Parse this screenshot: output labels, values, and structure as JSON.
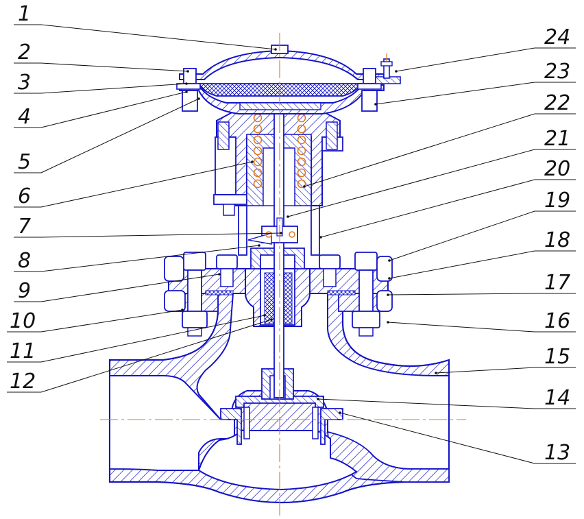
{
  "colors": {
    "outline": "#1515c8",
    "centerline": "#e07a1e",
    "leader": "#111111",
    "hatch": "#1515c8",
    "seal_tan": "#b08a50",
    "background": "#ffffff"
  },
  "callouts": {
    "left": [
      "1",
      "2",
      "3",
      "4",
      "5",
      "6",
      "7",
      "8",
      "9",
      "10",
      "11",
      "12"
    ],
    "right": [
      "24",
      "23",
      "22",
      "21",
      "20",
      "19",
      "18",
      "17",
      "16",
      "15",
      "14",
      "13"
    ]
  }
}
